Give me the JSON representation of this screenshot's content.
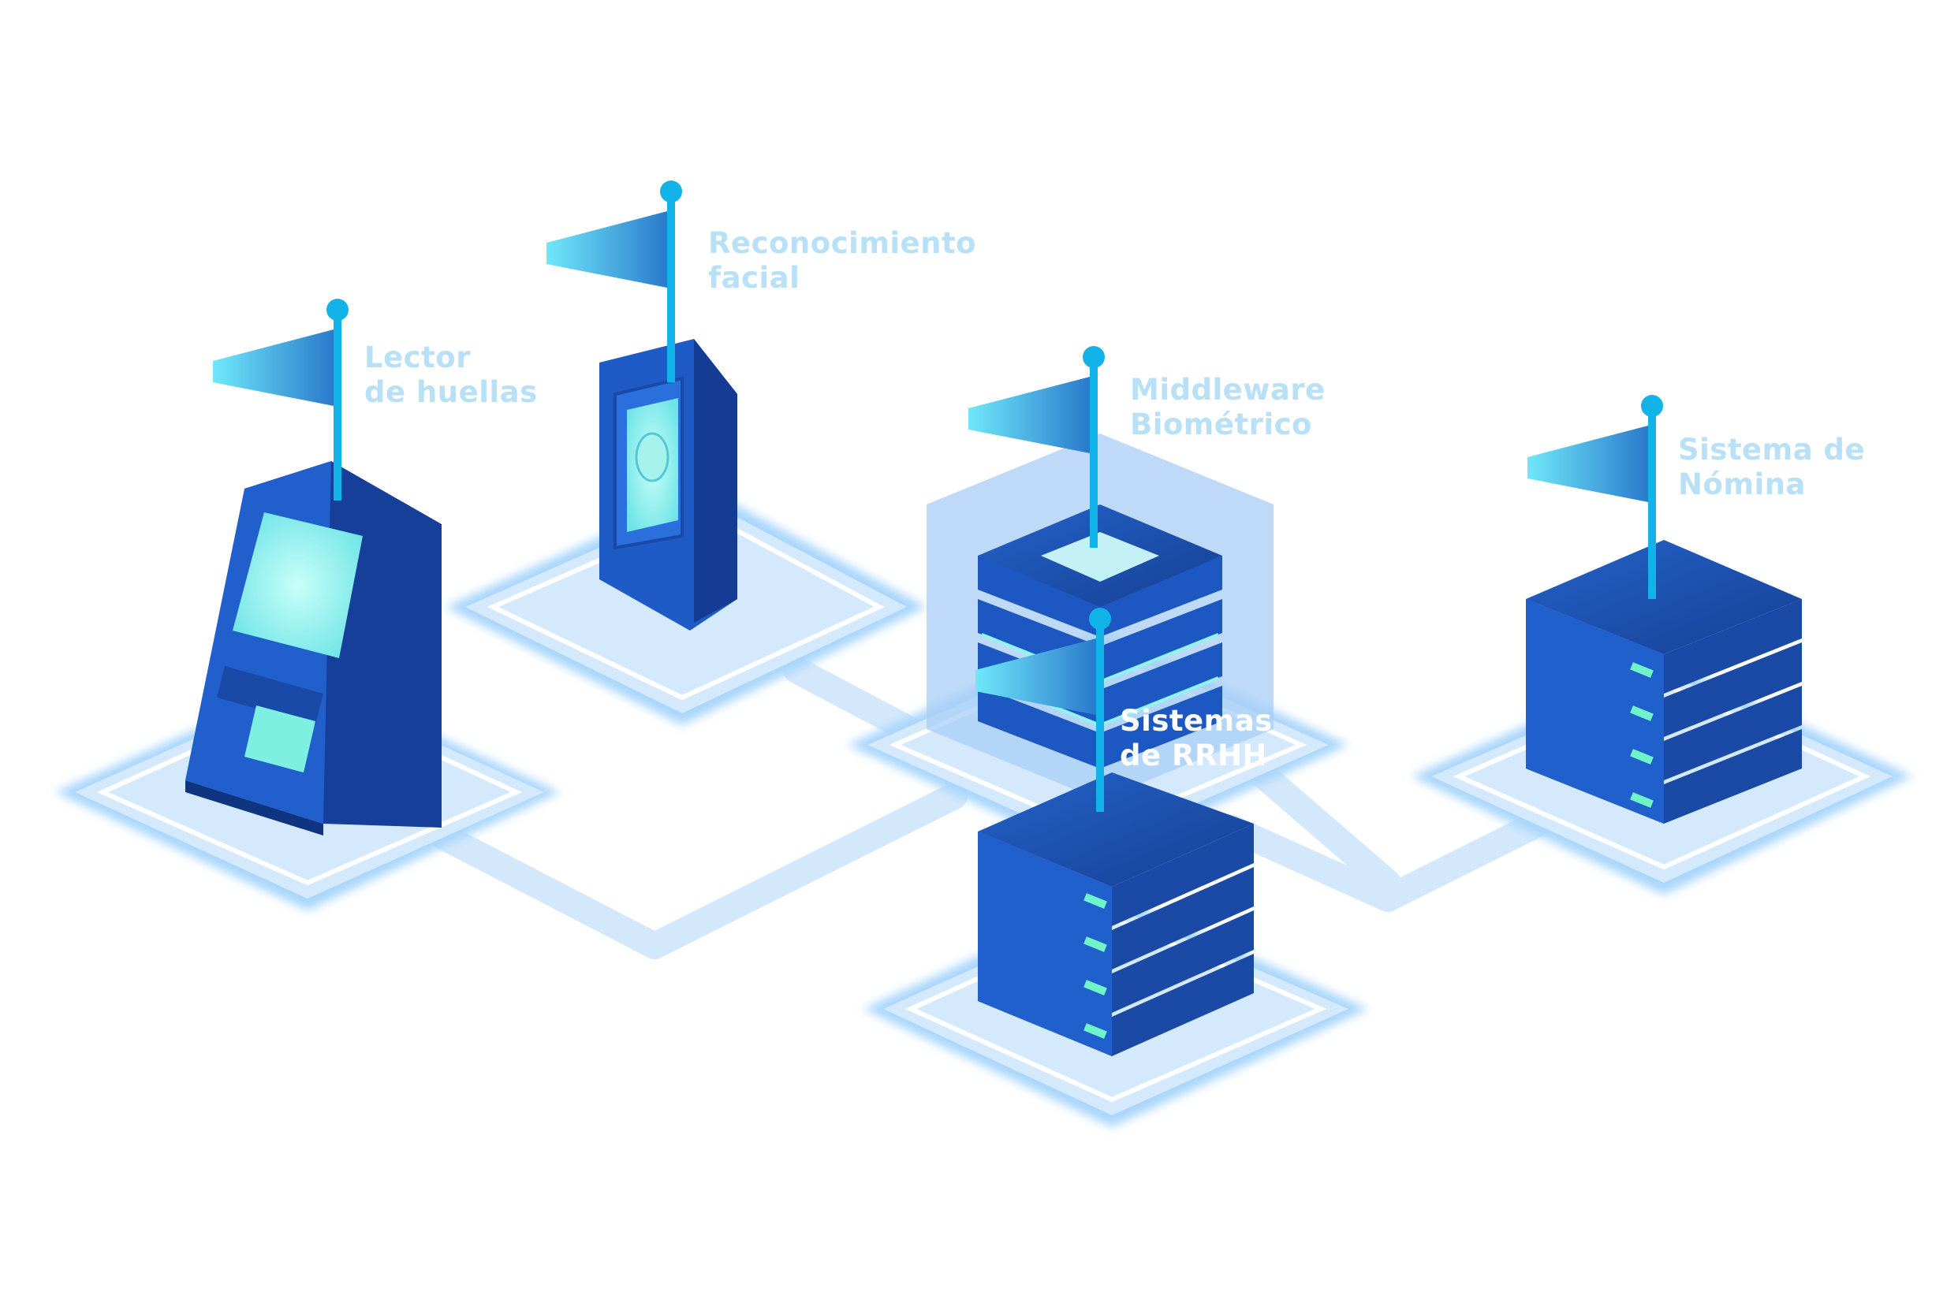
{
  "nodes": [
    {
      "id": "lector",
      "lines": [
        "Lector",
        "de huellas"
      ]
    },
    {
      "id": "facial",
      "lines": [
        "Reconocimiento",
        "facial"
      ]
    },
    {
      "id": "middleware",
      "lines": [
        "Middleware",
        "Biométrico"
      ]
    },
    {
      "id": "rrhh",
      "lines": [
        "Sistemas",
        "de RRHH"
      ]
    },
    {
      "id": "nomina",
      "lines": [
        "Sistema de",
        "Nómina"
      ]
    }
  ],
  "colors": {
    "label_light": "#b8e0f7",
    "label_bold": "#ffffff",
    "device_dark": "#1a4fb0",
    "device_mid": "#1e5cc8",
    "device_light": "#2a6ee0",
    "screen": "#8ff5ee",
    "platform": "#c9e3fb",
    "platform_edge": "#a4d2fb",
    "connector": "#cfe6fb",
    "flag_pole": "#11b3e8",
    "flag_light": "#5fe2f7",
    "flag_dark": "#2d7fd0",
    "hexagon": "#9cc6f4",
    "led": "#6ff3c8"
  }
}
